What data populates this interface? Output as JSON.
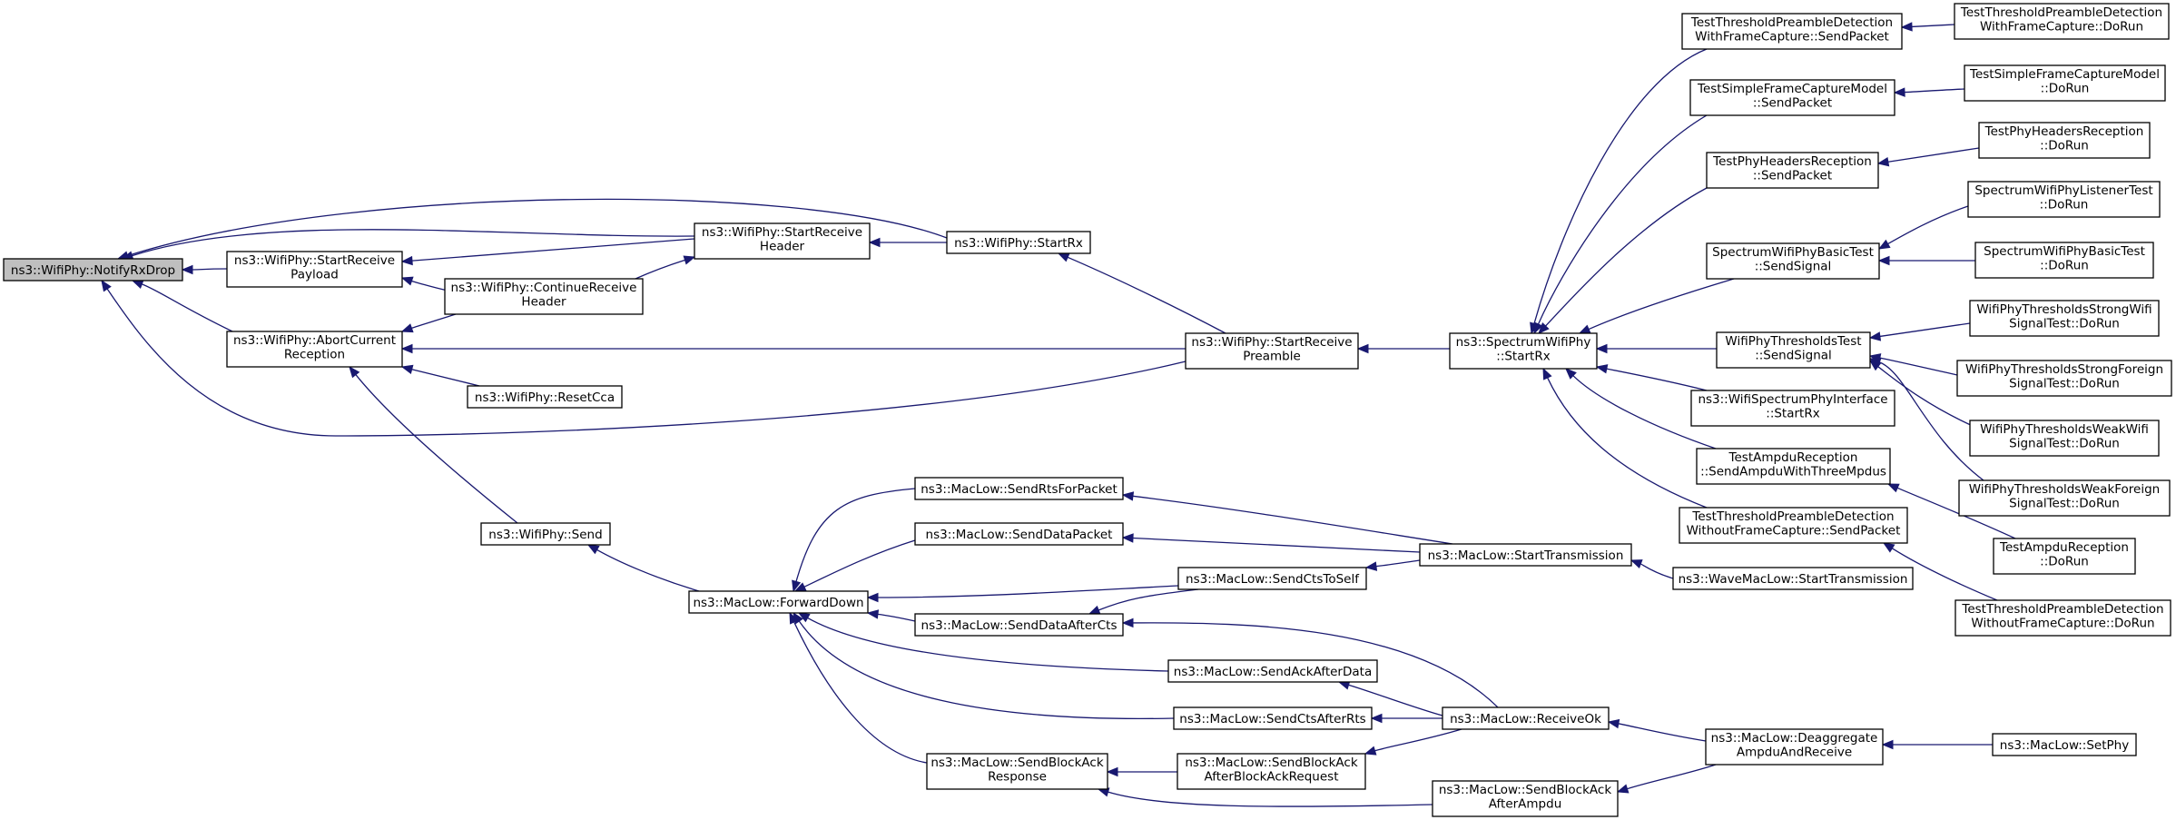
{
  "diagram": {
    "nodes": [
      {
        "id": "notify",
        "lines": [
          "ns3::WifiPhy::NotifyRxDrop"
        ],
        "root": true
      },
      {
        "id": "startRecvPayload",
        "lines": [
          "ns3::WifiPhy::StartReceive",
          "Payload"
        ]
      },
      {
        "id": "abortCurrent",
        "lines": [
          "ns3::WifiPhy::AbortCurrent",
          "Reception"
        ]
      },
      {
        "id": "startRecvHeader",
        "lines": [
          "ns3::WifiPhy::StartReceive",
          "Header"
        ]
      },
      {
        "id": "continueRecvHeader",
        "lines": [
          "ns3::WifiPhy::ContinueReceive",
          "Header"
        ]
      },
      {
        "id": "resetCca",
        "lines": [
          "ns3::WifiPhy::ResetCca"
        ]
      },
      {
        "id": "wifiSend",
        "lines": [
          "ns3::WifiPhy::Send"
        ]
      },
      {
        "id": "startRx",
        "lines": [
          "ns3::WifiPhy::StartRx"
        ]
      },
      {
        "id": "startRecvPreamble",
        "lines": [
          "ns3::WifiPhy::StartReceive",
          "Preamble"
        ]
      },
      {
        "id": "spectrumStartRx",
        "lines": [
          "ns3::SpectrumWifiPhy",
          "::StartRx"
        ]
      },
      {
        "id": "forwardDown",
        "lines": [
          "ns3::MacLow::ForwardDown"
        ]
      },
      {
        "id": "sendRtsForPacket",
        "lines": [
          "ns3::MacLow::SendRtsForPacket"
        ]
      },
      {
        "id": "sendDataPacket",
        "lines": [
          "ns3::MacLow::SendDataPacket"
        ]
      },
      {
        "id": "sendCtsToSelf",
        "lines": [
          "ns3::MacLow::SendCtsToSelf"
        ]
      },
      {
        "id": "sendDataAfterCts",
        "lines": [
          "ns3::MacLow::SendDataAfterCts"
        ]
      },
      {
        "id": "sendAckAfterData",
        "lines": [
          "ns3::MacLow::SendAckAfterData"
        ]
      },
      {
        "id": "sendCtsAfterRts",
        "lines": [
          "ns3::MacLow::SendCtsAfterRts"
        ]
      },
      {
        "id": "sendBlockAckResponse",
        "lines": [
          "ns3::MacLow::SendBlockAck",
          "Response"
        ]
      },
      {
        "id": "sendBlockAckAfterBAR",
        "lines": [
          "ns3::MacLow::SendBlockAck",
          "AfterBlockAckRequest"
        ]
      },
      {
        "id": "startTransmission",
        "lines": [
          "ns3::MacLow::StartTransmission"
        ]
      },
      {
        "id": "receiveOk",
        "lines": [
          "ns3::MacLow::ReceiveOk"
        ]
      },
      {
        "id": "sendBlockAckAfterAmpdu",
        "lines": [
          "ns3::MacLow::SendBlockAck",
          "AfterAmpdu"
        ]
      },
      {
        "id": "waveStartTransmission",
        "lines": [
          "ns3::WaveMacLow::StartTransmission"
        ]
      },
      {
        "id": "deaggregate",
        "lines": [
          "ns3::MacLow::Deaggregate",
          "AmpduAndReceive"
        ]
      },
      {
        "id": "setPhy",
        "lines": [
          "ns3::MacLow::SetPhy"
        ]
      },
      {
        "id": "ttpdFcSend",
        "lines": [
          "TestThresholdPreambleDetection",
          "WithFrameCapture::SendPacket"
        ]
      },
      {
        "id": "ttpdFcRun",
        "lines": [
          "TestThresholdPreambleDetection",
          "WithFrameCapture::DoRun"
        ]
      },
      {
        "id": "tsfcmSend",
        "lines": [
          "TestSimpleFrameCaptureModel",
          "::SendPacket"
        ]
      },
      {
        "id": "tsfcmRun",
        "lines": [
          "TestSimpleFrameCaptureModel",
          "::DoRun"
        ]
      },
      {
        "id": "tphrSend",
        "lines": [
          "TestPhyHeadersReception",
          "::SendPacket"
        ]
      },
      {
        "id": "tphrRun",
        "lines": [
          "TestPhyHeadersReception",
          "::DoRun"
        ]
      },
      {
        "id": "swpbtSend",
        "lines": [
          "SpectrumWifiPhyBasicTest",
          "::SendSignal"
        ]
      },
      {
        "id": "swpltRun",
        "lines": [
          "SpectrumWifiPhyListenerTest",
          "::DoRun"
        ]
      },
      {
        "id": "swpbtRun",
        "lines": [
          "SpectrumWifiPhyBasicTest",
          "::DoRun"
        ]
      },
      {
        "id": "wptSend",
        "lines": [
          "WifiPhyThresholdsTest",
          "::SendSignal"
        ]
      },
      {
        "id": "wptStrongWifi",
        "lines": [
          "WifiPhyThresholdsStrongWifi",
          "SignalTest::DoRun"
        ]
      },
      {
        "id": "wptStrongForeign",
        "lines": [
          "WifiPhyThresholdsStrongForeign",
          "SignalTest::DoRun"
        ]
      },
      {
        "id": "wptWeakWifi",
        "lines": [
          "WifiPhyThresholdsWeakWifi",
          "SignalTest::DoRun"
        ]
      },
      {
        "id": "wptWeakForeign",
        "lines": [
          "WifiPhyThresholdsWeakForeign",
          "SignalTest::DoRun"
        ]
      },
      {
        "id": "wspiStartRx",
        "lines": [
          "ns3::WifiSpectrumPhyInterface",
          "::StartRx"
        ]
      },
      {
        "id": "tarSend",
        "lines": [
          "TestAmpduReception",
          "::SendAmpduWithThreeMpdus"
        ]
      },
      {
        "id": "tarRun",
        "lines": [
          "TestAmpduReception",
          "::DoRun"
        ]
      },
      {
        "id": "ttpdNoFcSend",
        "lines": [
          "TestThresholdPreambleDetection",
          "WithoutFrameCapture::SendPacket"
        ]
      },
      {
        "id": "ttpdNoFcRun",
        "lines": [
          "TestThresholdPreambleDetection",
          "WithoutFrameCapture::DoRun"
        ]
      }
    ],
    "edges": [
      {
        "from": "startRecvPayload",
        "to": "notify"
      },
      {
        "from": "startRecvHeader",
        "to": "notify"
      },
      {
        "from": "startRx",
        "to": "notify"
      },
      {
        "from": "abortCurrent",
        "to": "notify"
      },
      {
        "from": "startRecvPreamble",
        "to": "notify"
      },
      {
        "from": "startRecvHeader",
        "to": "startRecvPayload"
      },
      {
        "from": "continueRecvHeader",
        "to": "startRecvPayload"
      },
      {
        "from": "continueRecvHeader",
        "to": "abortCurrent"
      },
      {
        "from": "startRecvPreamble",
        "to": "abortCurrent"
      },
      {
        "from": "resetCca",
        "to": "abortCurrent"
      },
      {
        "from": "wifiSend",
        "to": "abortCurrent"
      },
      {
        "from": "continueRecvHeader",
        "to": "startRecvHeader"
      },
      {
        "from": "startRx",
        "to": "startRecvHeader"
      },
      {
        "from": "startRecvPreamble",
        "to": "startRx"
      },
      {
        "from": "spectrumStartRx",
        "to": "startRecvPreamble"
      },
      {
        "from": "forwardDown",
        "to": "wifiSend"
      },
      {
        "from": "sendRtsForPacket",
        "to": "forwardDown"
      },
      {
        "from": "sendDataPacket",
        "to": "forwardDown"
      },
      {
        "from": "sendCtsToSelf",
        "to": "forwardDown"
      },
      {
        "from": "sendDataAfterCts",
        "to": "forwardDown"
      },
      {
        "from": "sendAckAfterData",
        "to": "forwardDown"
      },
      {
        "from": "sendCtsAfterRts",
        "to": "forwardDown"
      },
      {
        "from": "sendBlockAckResponse",
        "to": "forwardDown"
      },
      {
        "from": "startTransmission",
        "to": "sendRtsForPacket"
      },
      {
        "from": "startTransmission",
        "to": "sendDataPacket"
      },
      {
        "from": "startTransmission",
        "to": "sendCtsToSelf"
      },
      {
        "from": "receiveOk",
        "to": "sendDataAfterCts"
      },
      {
        "from": "sendCtsToSelf",
        "to": "sendDataAfterCts"
      },
      {
        "from": "receiveOk",
        "to": "sendAckAfterData"
      },
      {
        "from": "receiveOk",
        "to": "sendCtsAfterRts"
      },
      {
        "from": "sendBlockAckAfterBAR",
        "to": "sendBlockAckResponse"
      },
      {
        "from": "sendBlockAckAfterAmpdu",
        "to": "sendBlockAckResponse"
      },
      {
        "from": "receiveOk",
        "to": "sendBlockAckAfterBAR"
      },
      {
        "from": "waveStartTransmission",
        "to": "startTransmission"
      },
      {
        "from": "deaggregate",
        "to": "receiveOk"
      },
      {
        "from": "deaggregate",
        "to": "sendBlockAckAfterAmpdu"
      },
      {
        "from": "setPhy",
        "to": "deaggregate"
      },
      {
        "from": "ttpdFcSend",
        "to": "spectrumStartRx"
      },
      {
        "from": "tsfcmSend",
        "to": "spectrumStartRx"
      },
      {
        "from": "tphrSend",
        "to": "spectrumStartRx"
      },
      {
        "from": "swpbtSend",
        "to": "spectrumStartRx"
      },
      {
        "from": "wptSend",
        "to": "spectrumStartRx"
      },
      {
        "from": "wspiStartRx",
        "to": "spectrumStartRx"
      },
      {
        "from": "tarSend",
        "to": "spectrumStartRx"
      },
      {
        "from": "ttpdNoFcSend",
        "to": "spectrumStartRx"
      },
      {
        "from": "ttpdFcRun",
        "to": "ttpdFcSend"
      },
      {
        "from": "tsfcmRun",
        "to": "tsfcmSend"
      },
      {
        "from": "tphrRun",
        "to": "tphrSend"
      },
      {
        "from": "swpltRun",
        "to": "swpbtSend"
      },
      {
        "from": "swpbtRun",
        "to": "swpbtSend"
      },
      {
        "from": "wptStrongWifi",
        "to": "wptSend"
      },
      {
        "from": "wptStrongForeign",
        "to": "wptSend"
      },
      {
        "from": "wptWeakWifi",
        "to": "wptSend"
      },
      {
        "from": "wptWeakForeign",
        "to": "wptSend"
      },
      {
        "from": "tarRun",
        "to": "tarSend"
      },
      {
        "from": "ttpdNoFcRun",
        "to": "ttpdNoFcSend"
      }
    ]
  }
}
